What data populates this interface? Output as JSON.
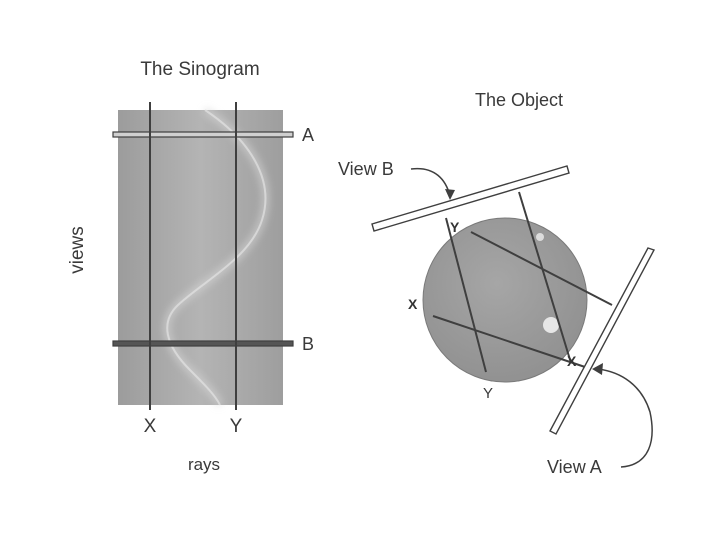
{
  "sinogram": {
    "title": "The Sinogram",
    "y_axis_label": "views",
    "x_axis_label": "rays",
    "view_line_labels": [
      "A",
      "B"
    ],
    "ray_line_labels": [
      "X",
      "Y"
    ]
  },
  "object": {
    "title": "The Object",
    "view_b_label": "View B",
    "view_a_label": "View A",
    "point_labels": {
      "y_top": "Y",
      "x_left": "X",
      "x_right": "X",
      "y_bottom": "Y"
    }
  },
  "colors": {
    "text": "#3a3a3a",
    "line": "#3f3f3f",
    "sinogram_fill": "#a8a8a8",
    "object_fill": "#9a9a9a",
    "background": "#ffffff"
  }
}
